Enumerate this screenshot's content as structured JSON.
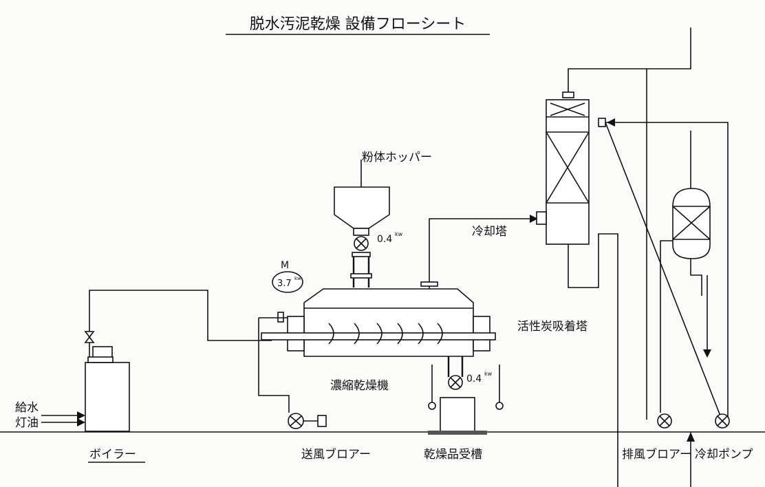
{
  "title": "脱水汚泥乾燥 設備フローシート",
  "labels": {
    "powder_hopper": "粉体ホッパー",
    "cooling_tower": "冷却塔",
    "concentration_dryer": "濃縮乾燥機",
    "activated_carbon_tower": "活性炭吸着塔",
    "boiler": "ボイラー",
    "blower": "送風ブロアー",
    "dried_product_tank": "乾燥品受槽",
    "exhaust_blower": "排風ブロアー",
    "cooling_pump": "冷却ポンプ",
    "feed_water": "給水",
    "kerosene": "灯油"
  },
  "motor": {
    "m_label": "M",
    "dryer_power": "3.7",
    "hopper_power": "0.4",
    "tank_power": "0.4",
    "unit": "kw"
  }
}
